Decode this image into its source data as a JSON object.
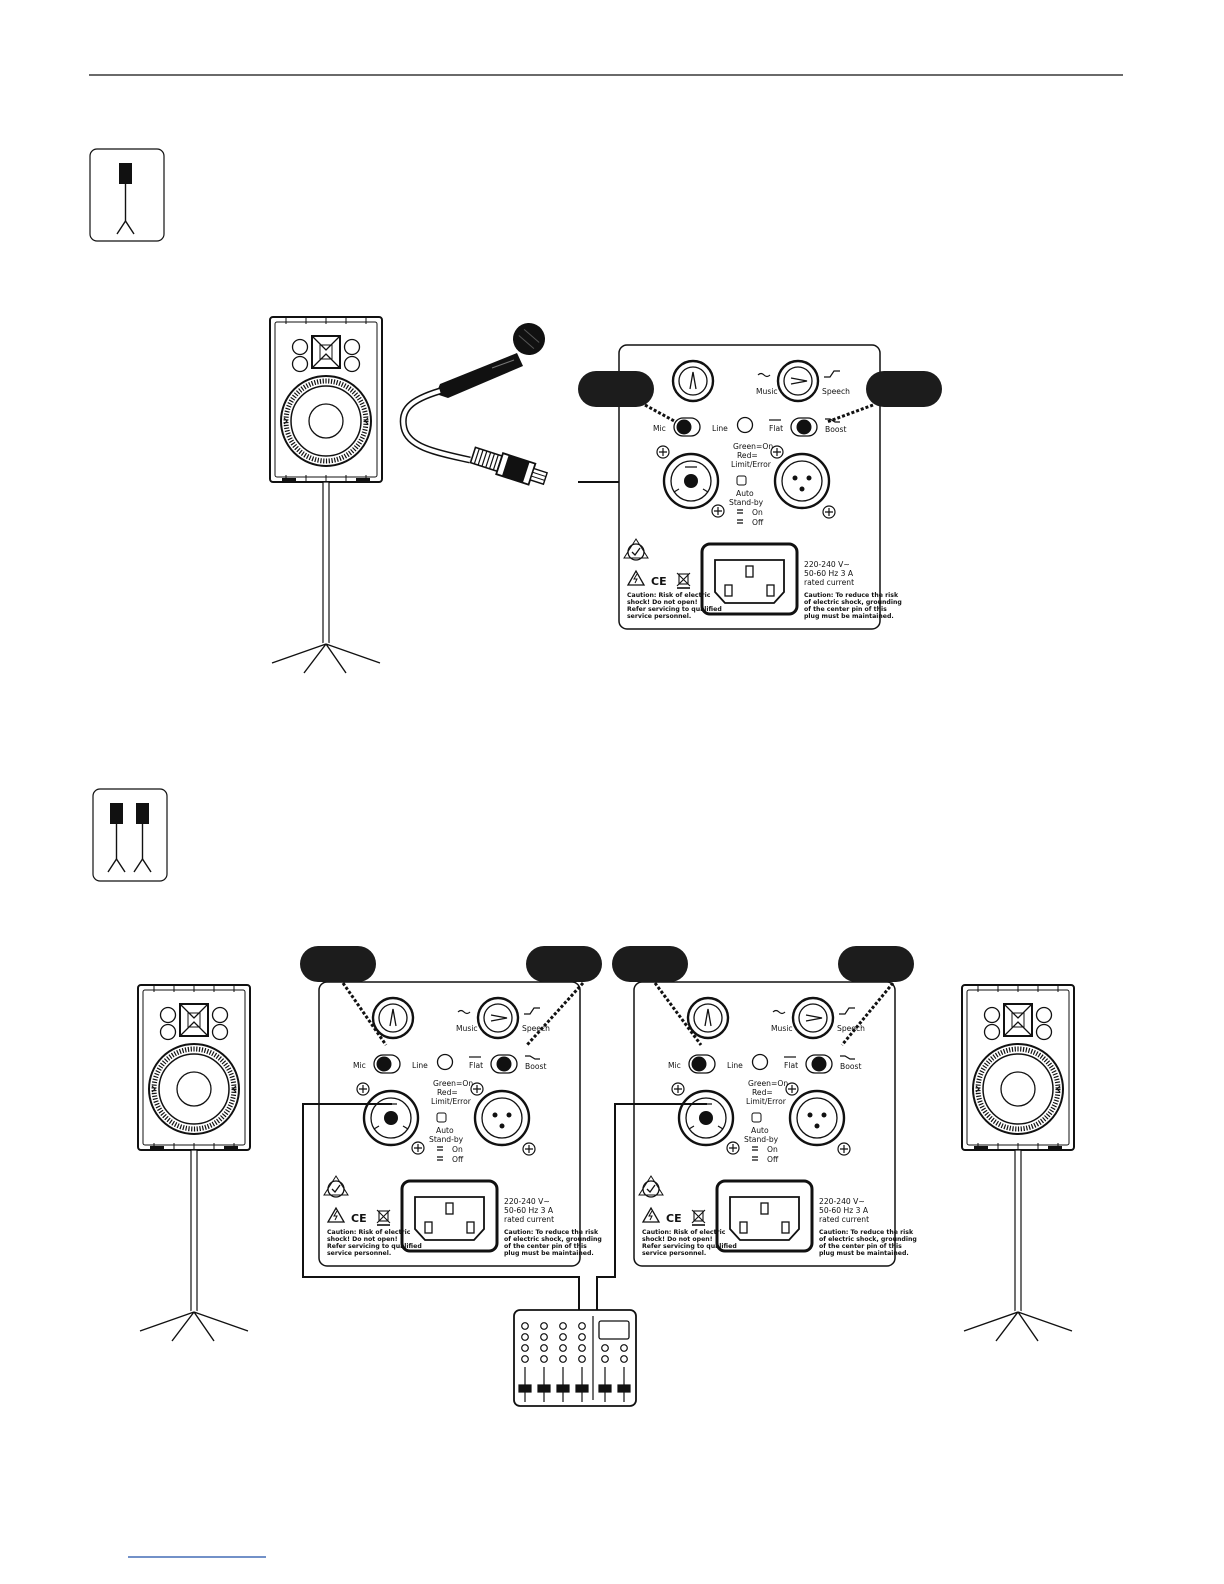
{
  "panel": {
    "knob_music": "Music",
    "knob_speech": "Speech",
    "switch_mic": "Mic",
    "switch_line": "Line",
    "switch_flat": "Flat",
    "switch_boost": "Boost",
    "led_legend_1": "Green=On",
    "led_legend_2": "Red=",
    "led_legend_3": "Limit/Error",
    "standby_1": "Auto",
    "standby_2": "Stand-by",
    "standby_on": "On",
    "standby_off": "Off",
    "power_1": "220-240 V~",
    "power_2": "50-60 Hz  3 A",
    "power_3": "rated current",
    "ce_mark": "CE",
    "caution_left_1": "Caution: Risk of electric",
    "caution_left_2": "shock! Do not open!",
    "caution_left_3": "Refer servicing to qualified",
    "caution_left_4": "service personnel.",
    "caution_right_1": "Caution: To reduce the risk",
    "caution_right_2": "of electric shock, grounding",
    "caution_right_3": "of the center pin of this",
    "caution_right_4": "plug must be maintained."
  },
  "colors": {
    "ink": "#111111",
    "wire": "#111111",
    "badge": "#1c1c1c",
    "footer_link": "#1f4fa8"
  },
  "icons": [
    "single-speaker-setup-icon",
    "dual-speaker-setup-icon",
    "microphone-icon",
    "xlr-plug-icon",
    "mixer-icon",
    "loudspeaker-icon",
    "speaker-stand-icon"
  ]
}
